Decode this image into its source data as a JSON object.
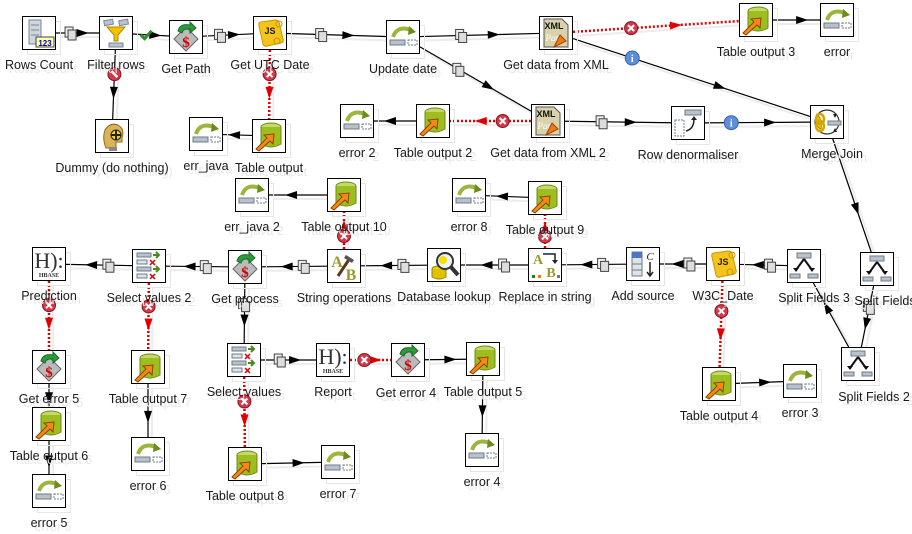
{
  "diagram": {
    "title": "Transformation flow",
    "nodes": [
      {
        "id": "rows_count",
        "label": "Rows Count",
        "icon": "rows-count-icon"
      },
      {
        "id": "filter_rows",
        "label": "Filter rows",
        "icon": "filter-icon"
      },
      {
        "id": "get_path",
        "label": "Get Path",
        "icon": "get-variable-icon"
      },
      {
        "id": "get_utc_date",
        "label": "Get UTC Date",
        "icon": "javascript-icon"
      },
      {
        "id": "update_date",
        "label": "Update date",
        "icon": "dummy-output-icon"
      },
      {
        "id": "get_data_xml",
        "label": "Get data from XML",
        "icon": "xml-input-icon"
      },
      {
        "id": "table_output_3",
        "label": "Table output 3",
        "icon": "table-output-icon"
      },
      {
        "id": "error",
        "label": "error",
        "icon": "dummy-output-icon"
      },
      {
        "id": "dummy",
        "label": "Dummy (do nothing)",
        "icon": "dummy-icon"
      },
      {
        "id": "err_java",
        "label": "err_java",
        "icon": "dummy-output-icon"
      },
      {
        "id": "table_output",
        "label": "Table output",
        "icon": "table-output-icon"
      },
      {
        "id": "error_2",
        "label": "error 2",
        "icon": "dummy-output-icon"
      },
      {
        "id": "table_output_2",
        "label": "Table output 2",
        "icon": "table-output-icon"
      },
      {
        "id": "get_data_xml_2",
        "label": "Get data from XML 2",
        "icon": "xml-input-icon"
      },
      {
        "id": "row_denorm",
        "label": "Row denormaliser",
        "icon": "denormaliser-icon"
      },
      {
        "id": "merge_join",
        "label": "Merge Join",
        "icon": "merge-join-icon"
      },
      {
        "id": "err_java_2",
        "label": "err_java 2",
        "icon": "dummy-output-icon"
      },
      {
        "id": "table_output_10",
        "label": "Table output 10",
        "icon": "table-output-icon"
      },
      {
        "id": "error_8",
        "label": "error 8",
        "icon": "dummy-output-icon"
      },
      {
        "id": "table_output_9",
        "label": "Table output 9",
        "icon": "table-output-icon"
      },
      {
        "id": "prediction",
        "label": "Prediction",
        "icon": "hbase-icon"
      },
      {
        "id": "select_values_2",
        "label": "Select values 2",
        "icon": "select-values-icon"
      },
      {
        "id": "get_process",
        "label": "Get process",
        "icon": "get-variable-icon"
      },
      {
        "id": "string_ops",
        "label": "String operations",
        "icon": "string-ops-icon"
      },
      {
        "id": "db_lookup",
        "label": "Database lookup",
        "icon": "db-lookup-icon"
      },
      {
        "id": "replace_string",
        "label": "Replace in string",
        "icon": "replace-string-icon"
      },
      {
        "id": "add_source",
        "label": "Add source",
        "icon": "add-constant-icon"
      },
      {
        "id": "w3c_date",
        "label": "W3C_Date",
        "icon": "javascript-icon"
      },
      {
        "id": "split_fields_3",
        "label": "Split Fields 3",
        "icon": "split-fields-icon"
      },
      {
        "id": "split_fields",
        "label": "Split Fields",
        "icon": "split-fields-icon"
      },
      {
        "id": "split_fields_2",
        "label": "Split Fields 2",
        "icon": "split-fields-icon"
      },
      {
        "id": "get_error_5",
        "label": "Get error 5",
        "icon": "get-variable-icon"
      },
      {
        "id": "table_output_7",
        "label": "Table output 7",
        "icon": "table-output-icon"
      },
      {
        "id": "select_values",
        "label": "Select values",
        "icon": "select-values-icon"
      },
      {
        "id": "report",
        "label": "Report",
        "icon": "hbase-icon"
      },
      {
        "id": "get_error_4",
        "label": "Get error 4",
        "icon": "get-variable-icon"
      },
      {
        "id": "table_output_5",
        "label": "Table output 5",
        "icon": "table-output-icon"
      },
      {
        "id": "table_output_6",
        "label": "Table output 6",
        "icon": "table-output-icon"
      },
      {
        "id": "error_6",
        "label": "error 6",
        "icon": "dummy-output-icon"
      },
      {
        "id": "table_output_8",
        "label": "Table output 8",
        "icon": "table-output-icon"
      },
      {
        "id": "error_7",
        "label": "error 7",
        "icon": "dummy-output-icon"
      },
      {
        "id": "error_4",
        "label": "error 4",
        "icon": "dummy-output-icon"
      },
      {
        "id": "table_output_4",
        "label": "Table output 4",
        "icon": "table-output-icon"
      },
      {
        "id": "error_3",
        "label": "error 3",
        "icon": "dummy-output-icon"
      },
      {
        "id": "error_5",
        "label": "error 5",
        "icon": "dummy-output-icon"
      }
    ],
    "hops": [
      {
        "from": "rows_count",
        "to": "filter_rows",
        "type": "copy"
      },
      {
        "from": "filter_rows",
        "to": "get_path",
        "type": "true"
      },
      {
        "from": "filter_rows",
        "to": "dummy",
        "type": "false"
      },
      {
        "from": "get_path",
        "to": "get_utc_date",
        "type": "copy"
      },
      {
        "from": "get_utc_date",
        "to": "update_date",
        "type": "copy"
      },
      {
        "from": "get_utc_date",
        "to": "table_output",
        "type": "error"
      },
      {
        "from": "table_output",
        "to": "err_java",
        "type": "normal"
      },
      {
        "from": "update_date",
        "to": "get_data_xml",
        "type": "copy"
      },
      {
        "from": "update_date",
        "to": "get_data_xml_2",
        "type": "copy"
      },
      {
        "from": "get_data_xml",
        "to": "table_output_3",
        "type": "error"
      },
      {
        "from": "table_output_3",
        "to": "error",
        "type": "normal"
      },
      {
        "from": "get_data_xml",
        "to": "merge_join",
        "type": "info"
      },
      {
        "from": "get_data_xml_2",
        "to": "table_output_2",
        "type": "error"
      },
      {
        "from": "table_output_2",
        "to": "error_2",
        "type": "normal"
      },
      {
        "from": "get_data_xml_2",
        "to": "row_denorm",
        "type": "copy"
      },
      {
        "from": "row_denorm",
        "to": "merge_join",
        "type": "info"
      },
      {
        "from": "merge_join",
        "to": "split_fields",
        "type": "normal"
      },
      {
        "from": "split_fields",
        "to": "split_fields_2",
        "type": "copy"
      },
      {
        "from": "split_fields_2",
        "to": "split_fields_3",
        "type": "normal"
      },
      {
        "from": "split_fields_3",
        "to": "w3c_date",
        "type": "copy"
      },
      {
        "from": "w3c_date",
        "to": "add_source",
        "type": "copy"
      },
      {
        "from": "w3c_date",
        "to": "table_output_4",
        "type": "error"
      },
      {
        "from": "table_output_4",
        "to": "error_3",
        "type": "normal"
      },
      {
        "from": "add_source",
        "to": "replace_string",
        "type": "copy"
      },
      {
        "from": "replace_string",
        "to": "db_lookup",
        "type": "copy"
      },
      {
        "from": "replace_string",
        "to": "table_output_9",
        "type": "error"
      },
      {
        "from": "table_output_9",
        "to": "error_8",
        "type": "normal"
      },
      {
        "from": "db_lookup",
        "to": "string_ops",
        "type": "copy"
      },
      {
        "from": "string_ops",
        "to": "get_process",
        "type": "copy"
      },
      {
        "from": "string_ops",
        "to": "table_output_10",
        "type": "error"
      },
      {
        "from": "table_output_10",
        "to": "err_java_2",
        "type": "normal"
      },
      {
        "from": "get_process",
        "to": "select_values_2",
        "type": "copy"
      },
      {
        "from": "get_process",
        "to": "select_values",
        "type": "copy"
      },
      {
        "from": "select_values_2",
        "to": "prediction",
        "type": "copy"
      },
      {
        "from": "select_values_2",
        "to": "table_output_7",
        "type": "error"
      },
      {
        "from": "table_output_7",
        "to": "error_6",
        "type": "normal"
      },
      {
        "from": "prediction",
        "to": "get_error_5",
        "type": "error"
      },
      {
        "from": "get_error_5",
        "to": "table_output_6",
        "type": "normal"
      },
      {
        "from": "table_output_6",
        "to": "error_5",
        "type": "normal"
      },
      {
        "from": "select_values",
        "to": "report",
        "type": "copy"
      },
      {
        "from": "select_values",
        "to": "table_output_8",
        "type": "error"
      },
      {
        "from": "table_output_8",
        "to": "error_7",
        "type": "normal"
      },
      {
        "from": "report",
        "to": "get_error_4",
        "type": "error"
      },
      {
        "from": "get_error_4",
        "to": "table_output_5",
        "type": "normal"
      },
      {
        "from": "table_output_5",
        "to": "error_4",
        "type": "normal"
      }
    ],
    "colors": {
      "error_hop": "#e00000",
      "normal_hop": "#000000",
      "true_hop": "#2e8b2e",
      "info_badge": "#5b8fd9"
    }
  }
}
